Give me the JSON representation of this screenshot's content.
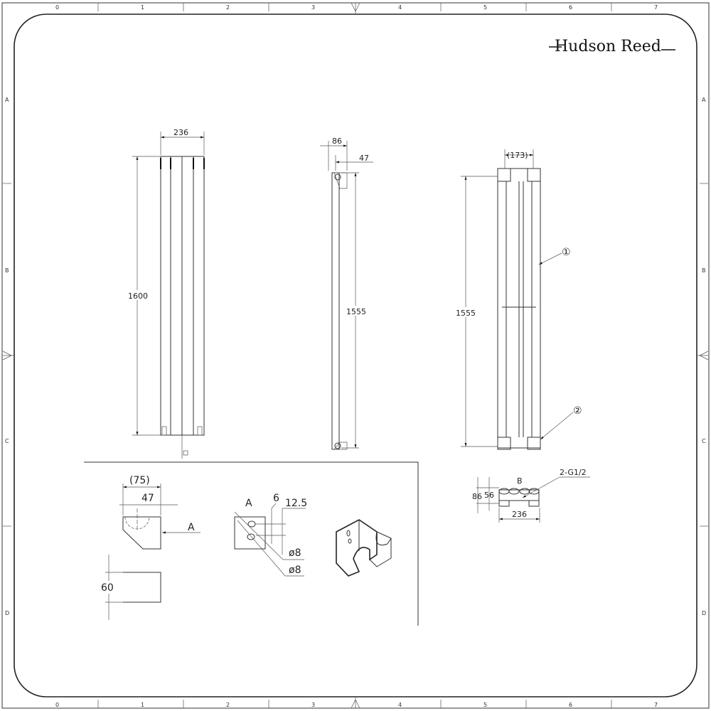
{
  "brand": "Hudson Reed",
  "frame": {
    "columns": [
      "0",
      "1",
      "2",
      "3",
      "4",
      "5",
      "6",
      "7"
    ],
    "rows": [
      "A",
      "B",
      "C",
      "D"
    ]
  },
  "front_view": {
    "width": "236",
    "height": "1600"
  },
  "side_view": {
    "depth": "86",
    "offset": "47",
    "height": "1555"
  },
  "rear_view": {
    "bracket_spacing": "(173)",
    "height": "1555",
    "balloon_1": "①",
    "balloon_2": "②"
  },
  "bracket_detail": {
    "overall": "(75)",
    "inner": "47",
    "view_arrow": "A",
    "depth": "60",
    "view_label": "A",
    "dim_6": "6",
    "dim_12_5": "12.5",
    "hole_1": "ø8",
    "hole_2": "ø8"
  },
  "bottom_view": {
    "label": "B",
    "connection": "2-G1/2",
    "depth": "86",
    "inner_depth": "56",
    "width": "236"
  }
}
